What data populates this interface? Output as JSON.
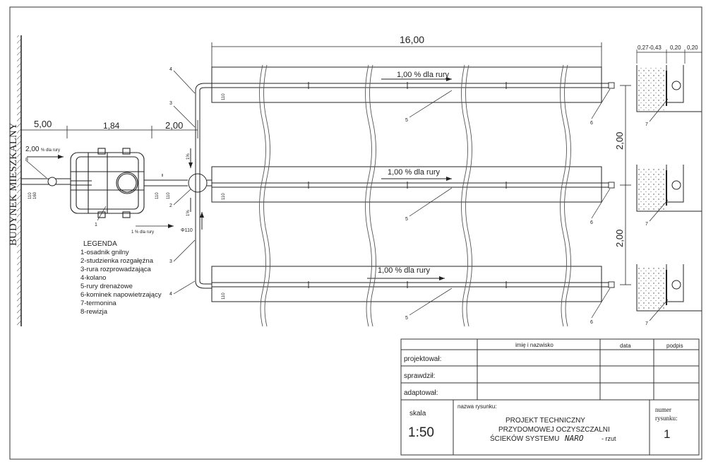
{
  "building_label": "BUDYNEK MIESZKALNY",
  "dimensions": {
    "d_5_00": "5,00",
    "d_1_84": "1,84",
    "d_2_00_left": "2,00",
    "d_16_00": "16,00",
    "d_2_00_right_top": "2,00",
    "d_2_00_right_bottom": "2,00",
    "d_027_043": "0,27-0,43",
    "d_0_20_a": "0,20",
    "d_0_20_b": "0,20"
  },
  "pipe_labels": {
    "inlet_slope_value": "2,00",
    "inlet_slope_unit": "% dla rury",
    "d110_160": "110",
    "d160": "160",
    "d110_a": "110",
    "d110_b": "110",
    "d110_c": "110",
    "d110_vertical": "Φ110",
    "slope_1_percent_dist": "1 % dla rury",
    "slope_v1": "1%",
    "slope_v2": "1%",
    "d110_top": "110",
    "d110_mid": "110",
    "d110_bot": "110"
  },
  "drain_slopes": [
    "1,00 % dla rury",
    "1,00 % dla rury",
    "1,00 % dla rury"
  ],
  "callouts": {
    "c1": "1",
    "c2": "2",
    "c3a": "3",
    "c3b": "3",
    "c4a": "4",
    "c4b": "4",
    "c5a": "5",
    "c5b": "5",
    "c5c": "5",
    "c6a": "6",
    "c6b": "6",
    "c6c": "6",
    "c7a": "7",
    "c7b": "7",
    "c7c": "7",
    "c8": "8"
  },
  "legend": {
    "title": "LEGENDA",
    "items": [
      "1-osadnik gnilny",
      "2-studzienka rozgałęźna",
      "3-rura rozprowadzająca",
      "4-kolano",
      "5-rury drenażowe",
      "6-kominek napowietrzający",
      "7-termonina",
      "8-rewizja"
    ]
  },
  "title_block": {
    "col_name": "imię i nazwisko",
    "col_date": "data",
    "col_sign": "podpis",
    "row_designed": "projektował:",
    "row_checked": "sprawdził:",
    "row_adapted": "adaptował:",
    "scale_label": "skala",
    "scale_value": "1:50",
    "drawing_name_label": "nazwa rysunku:",
    "drawing_title_1": "PROJEKT TECHNICZNY",
    "drawing_title_2": "PRZYDOMOWEJ OCZYSZCZALNI",
    "drawing_title_3": "ŚCIEKÓW SYSTEMU",
    "system_name": "NARO",
    "drawing_suffix": "- rzut",
    "number_label_1": "numer",
    "number_label_2": "rysunku:",
    "number_value": "1"
  }
}
